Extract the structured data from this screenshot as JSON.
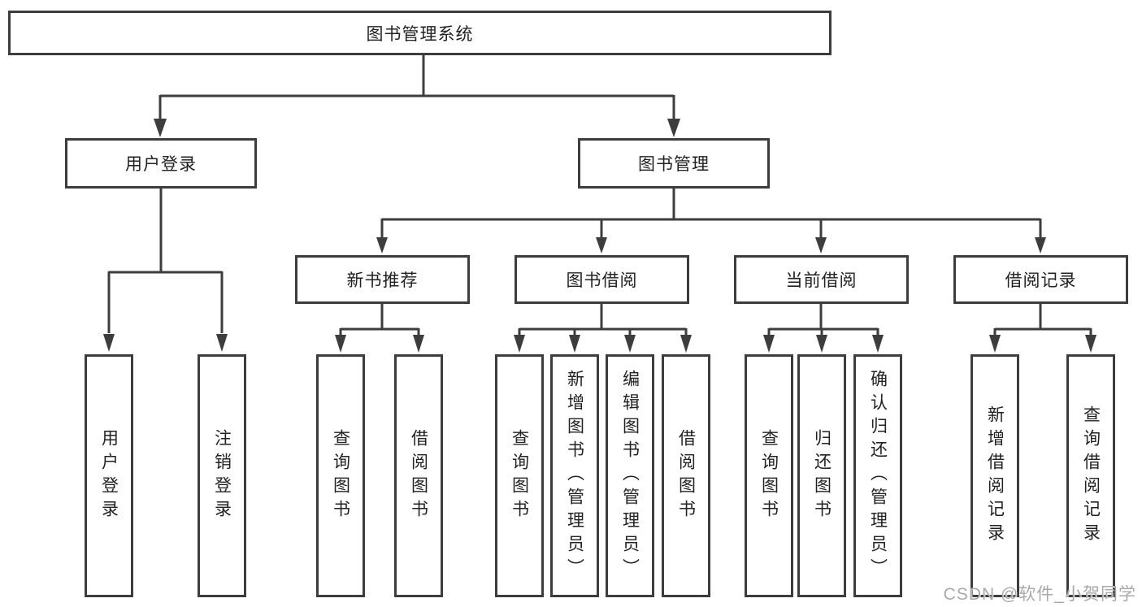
{
  "tree": {
    "root": "图书管理系统",
    "children": [
      {
        "label": "用户登录",
        "children": [
          "用户登录",
          "注销登录"
        ]
      },
      {
        "label": "图书管理",
        "children": [
          {
            "label": "新书推荐",
            "children": [
              "查询图书",
              "借阅图书"
            ]
          },
          {
            "label": "图书借阅",
            "children": [
              "查询图书",
              "新增图书（管理员）",
              "编辑图书（管理员）",
              "借阅图书"
            ]
          },
          {
            "label": "当前借阅",
            "children": [
              "查询图书",
              "归还图书",
              "确认归还（管理员）"
            ]
          },
          {
            "label": "借阅记录",
            "children": [
              "新增借阅记录",
              "查询借阅记录"
            ]
          }
        ]
      }
    ]
  },
  "watermark": {
    "text": "CSDN @软件_小贺同学"
  },
  "colors": {
    "line": "#3d3d3d",
    "box_border": "#3d3d3d",
    "box_fill": "#ffffff",
    "text": "#222222",
    "watermark": "#a9a9a9"
  }
}
